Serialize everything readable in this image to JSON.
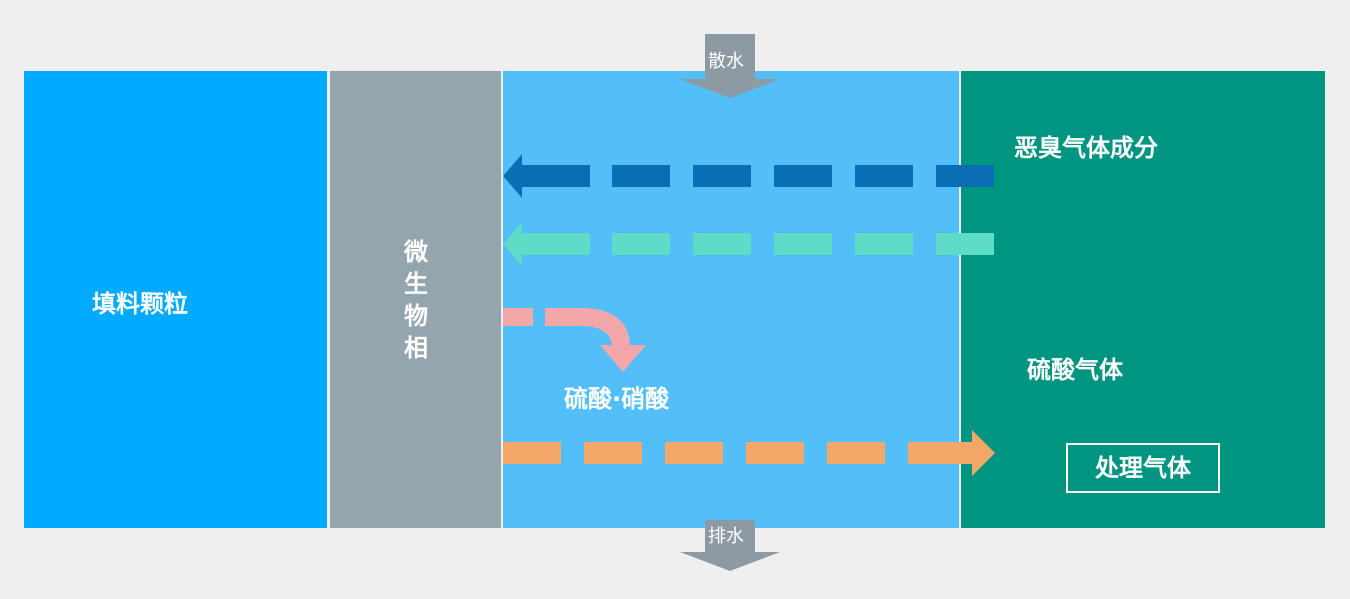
{
  "labels": {
    "packing": "填料颗粒",
    "micro": "微生物相",
    "spray": "散水",
    "drain": "排水",
    "odor_gas": "恶臭气体成分",
    "sulfuric_gas": "硫酸气体",
    "acids": "硫酸·硝酸",
    "treated_gas": "处理气体"
  },
  "colors": {
    "background": "#efefef",
    "packing_panel": "#00aaff",
    "micro_panel": "#95a5ae",
    "water_panel": "#52bff8",
    "gas_panel": "#009580",
    "flow_arrow": "#8e9aa3",
    "odor_arrow": "#0a6eb4",
    "sulfuric_arrow": "#5fdcc8",
    "acid_arrow": "#f4a7a9",
    "treated_arrow": "#f3a86a"
  },
  "icons": {
    "spray_arrow": "arrow-down-icon",
    "drain_arrow": "arrow-down-icon",
    "odor_flow": "dashed-arrow-left-icon",
    "sulfuric_flow": "dashed-arrow-left-icon",
    "acid_flow": "curved-arrow-down-icon",
    "treated_flow": "dashed-arrow-right-icon"
  }
}
